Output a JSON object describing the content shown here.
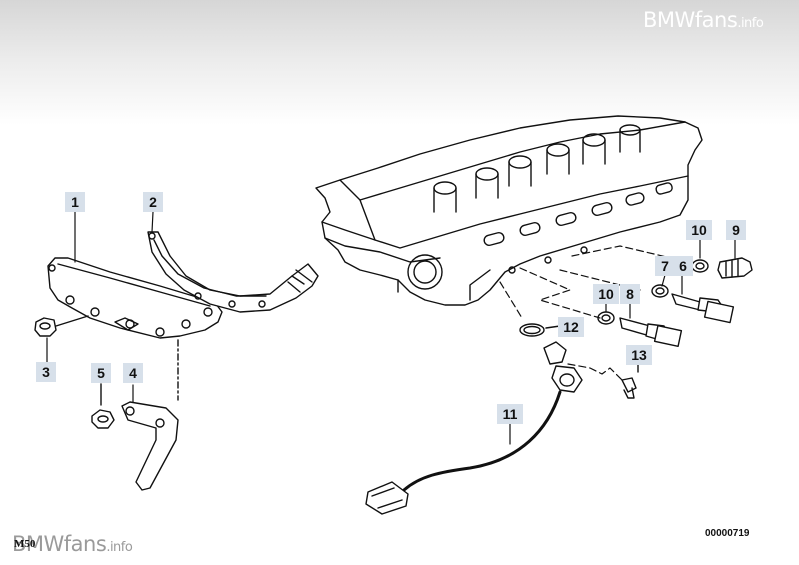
{
  "watermark": {
    "brand": "BMWfans",
    "suffix": ".info"
  },
  "diagram": {
    "model_code": "M50",
    "drawing_number": "00000719",
    "callouts": [
      {
        "id": "c1",
        "label": "1"
      },
      {
        "id": "c2",
        "label": "2"
      },
      {
        "id": "c3",
        "label": "3"
      },
      {
        "id": "c4",
        "label": "4"
      },
      {
        "id": "c5",
        "label": "5"
      },
      {
        "id": "c6",
        "label": "6"
      },
      {
        "id": "c7",
        "label": "7"
      },
      {
        "id": "c8",
        "label": "8"
      },
      {
        "id": "c9",
        "label": "9"
      },
      {
        "id": "c10a",
        "label": "10"
      },
      {
        "id": "c10b",
        "label": "10"
      },
      {
        "id": "c11",
        "label": "11"
      },
      {
        "id": "c12",
        "label": "12"
      },
      {
        "id": "c13",
        "label": "13"
      }
    ]
  },
  "colors": {
    "callout_bg": "#d7e0ea",
    "line": "#111111"
  }
}
